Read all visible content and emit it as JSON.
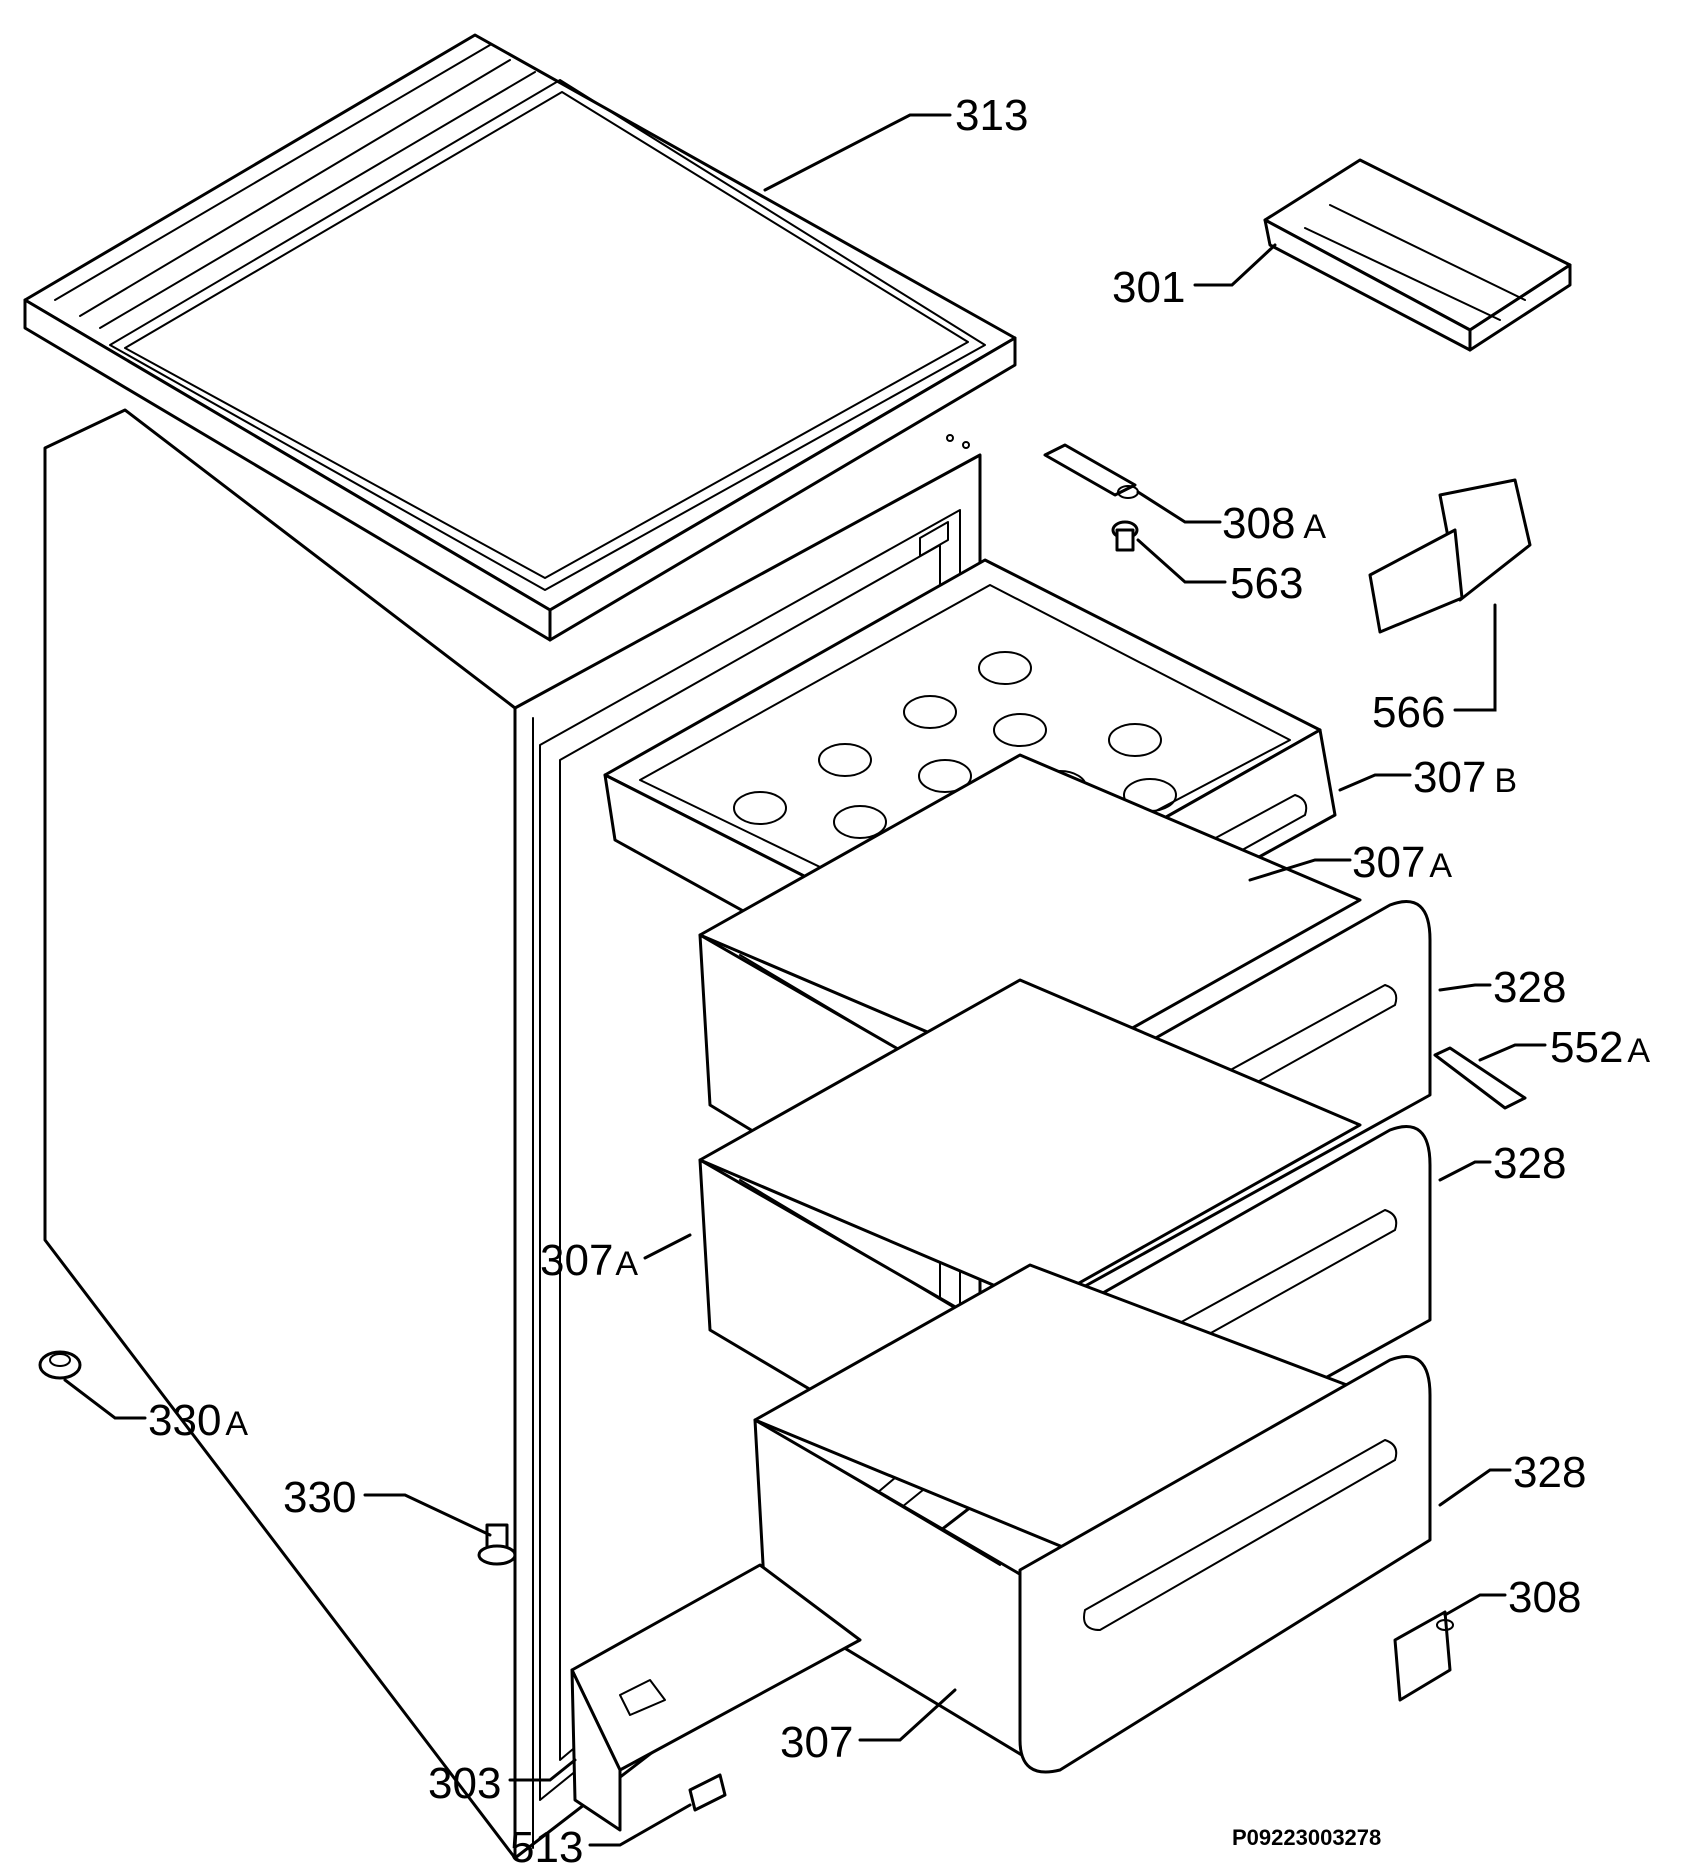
{
  "callouts": {
    "c313": {
      "num": "313",
      "suffix": ""
    },
    "c301": {
      "num": "301",
      "suffix": ""
    },
    "c308a": {
      "num": "308",
      "suffix": "A"
    },
    "c563": {
      "num": "563",
      "suffix": ""
    },
    "c566": {
      "num": "566",
      "suffix": ""
    },
    "c307b": {
      "num": "307",
      "suffix": "B"
    },
    "c307a_top": {
      "num": "307",
      "suffix": "A"
    },
    "c328_top": {
      "num": "328",
      "suffix": ""
    },
    "c552a": {
      "num": "552",
      "suffix": "A"
    },
    "c328_mid": {
      "num": "328",
      "suffix": ""
    },
    "c307a_left": {
      "num": "307",
      "suffix": "A"
    },
    "c330a": {
      "num": "330",
      "suffix": "A"
    },
    "c330": {
      "num": "330",
      "suffix": ""
    },
    "c328_bot": {
      "num": "328",
      "suffix": ""
    },
    "c308": {
      "num": "308",
      "suffix": ""
    },
    "c303": {
      "num": "303",
      "suffix": ""
    },
    "c307": {
      "num": "307",
      "suffix": ""
    },
    "c513": {
      "num": "513",
      "suffix": ""
    }
  },
  "drawing_code": "P09223003278"
}
